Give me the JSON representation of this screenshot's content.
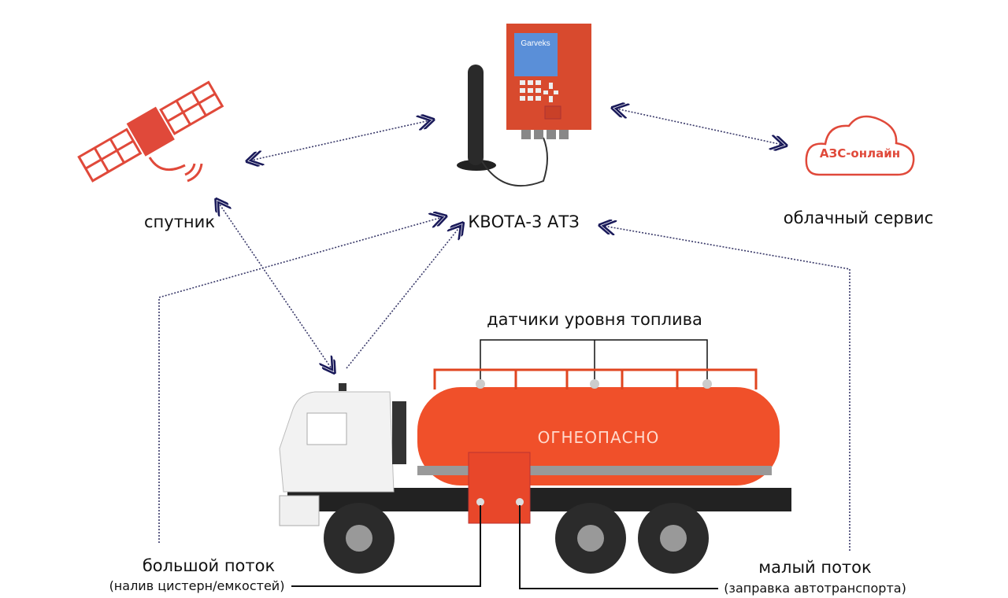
{
  "labels": {
    "satellite": "спутник",
    "device": "КВОТА-3 АТЗ",
    "cloud_service": "облачный сервис",
    "fuel_sensors": "датчики уровня топлива",
    "big_flow": "большой поток",
    "big_flow_note": "(налив цистерн/емкостей)",
    "small_flow": "малый поток",
    "small_flow_note": "(заправка автотранспорта)"
  },
  "device_screen_brand": "Garveks",
  "cloud_logo_text": "АЗС-онлайн",
  "tank_text": "ОГНЕОПАСНО",
  "colors": {
    "accent": "#e0493a",
    "tank": "#f0502a",
    "arrow": "#1a1a5a"
  }
}
